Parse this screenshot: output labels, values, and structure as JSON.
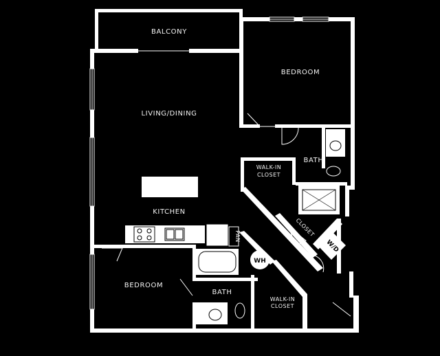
{
  "rooms": {
    "balcony": "BALCONY",
    "bedroom_top": "BEDROOM",
    "living_dining": "LIVING/DINING",
    "bath_right": "BATH",
    "walkin_top_line1": "WALK-IN",
    "walkin_top_line2": "CLOSET",
    "kitchen": "KITCHEN",
    "closet_diag": "CLOSET",
    "wd": "W/D",
    "pan": "PAN",
    "wh": "WH",
    "bedroom_bottom": "BEDROOM",
    "bath_bottom": "BATH",
    "walkin_bottom_line1": "WALK-IN",
    "walkin_bottom_line2": "CLOSET"
  },
  "colors": {
    "background": "#000000",
    "walls": "#ffffff"
  }
}
